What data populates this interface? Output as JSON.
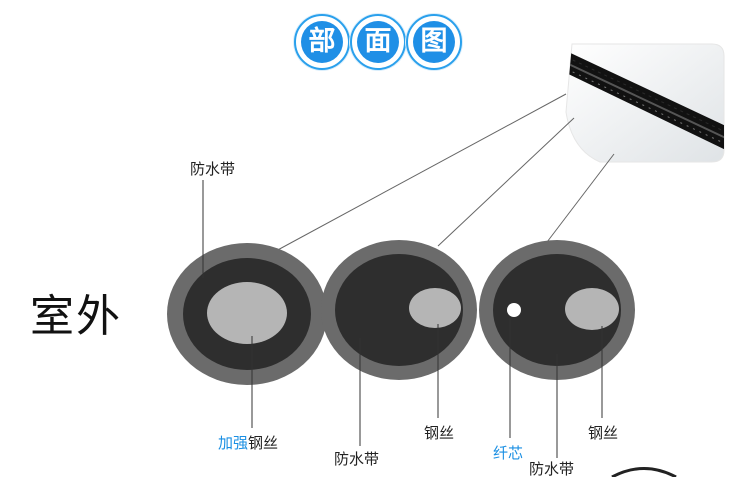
{
  "heading_chars": [
    "部",
    "面",
    "图"
  ],
  "side_label": "室外",
  "labels": {
    "waterproof_tape_top": "防水带",
    "strength_prefix": "加强",
    "strength_suffix": "钢丝",
    "waterproof_tape_middle": "防水带",
    "steel_wire_middle": "钢丝",
    "fiber_core": "纤芯",
    "waterproof_tape_right": "防水带",
    "steel_wire_right": "钢丝"
  },
  "colors": {
    "badge_blue": "#1f8fe6",
    "outer_ring": "#6b6b6b",
    "inner_core": "#2e2e2e",
    "wire": "#b5b5b5",
    "accent_text": "#1a8fe3"
  }
}
